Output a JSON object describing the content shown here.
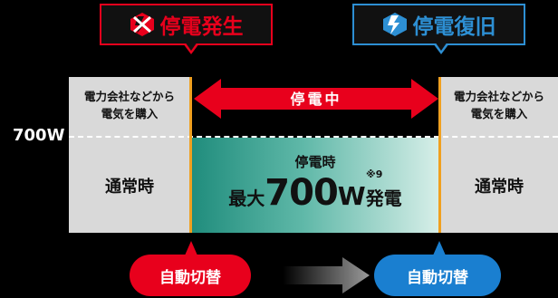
{
  "callouts": {
    "outage_start": "停電発生",
    "outage_restore": "停電復旧"
  },
  "panels": {
    "left_top": "電力会社などから\n電気を購入",
    "left_bottom": "通常時",
    "right_top": "電力会社などから\n電気を購入",
    "right_bottom": "通常時"
  },
  "arrow_label": "停電中",
  "level_label": "700W",
  "generation": {
    "title": "停電時",
    "prefix": "最大",
    "value": "700",
    "unit": "W",
    "suffix": "発電",
    "note": "※9"
  },
  "switch": {
    "left": "自動切替",
    "right": "自動切替"
  },
  "colors": {
    "red": "#e8001c",
    "blue": "#2d8fd3",
    "panel": "#d9d9d9",
    "marker": "#f0a020",
    "generation_gradient": [
      "#1f8c7c",
      "#5fb8a8",
      "#d8efe9"
    ]
  },
  "icons": [
    "power-outage-icon",
    "power-restore-icon"
  ]
}
